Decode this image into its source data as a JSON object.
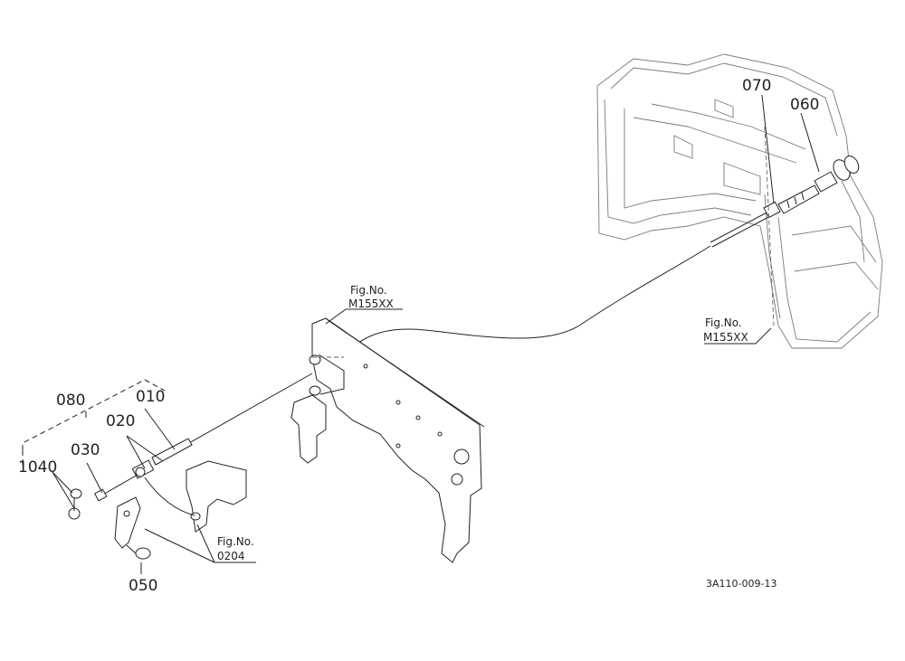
{
  "callouts": {
    "p080": "080",
    "p010": "010",
    "p020": "020",
    "p030": "030",
    "p040": "1040",
    "p050": "050",
    "p060": "060",
    "p070": "070"
  },
  "fig_refs": {
    "upper_label": "Fig.No.",
    "upper_value": "M155XX",
    "right_label": "Fig.No.",
    "right_value": "M155XX",
    "lower_label": "Fig.No.",
    "lower_value": "0204"
  },
  "drawing_code": "3A110-009-13"
}
